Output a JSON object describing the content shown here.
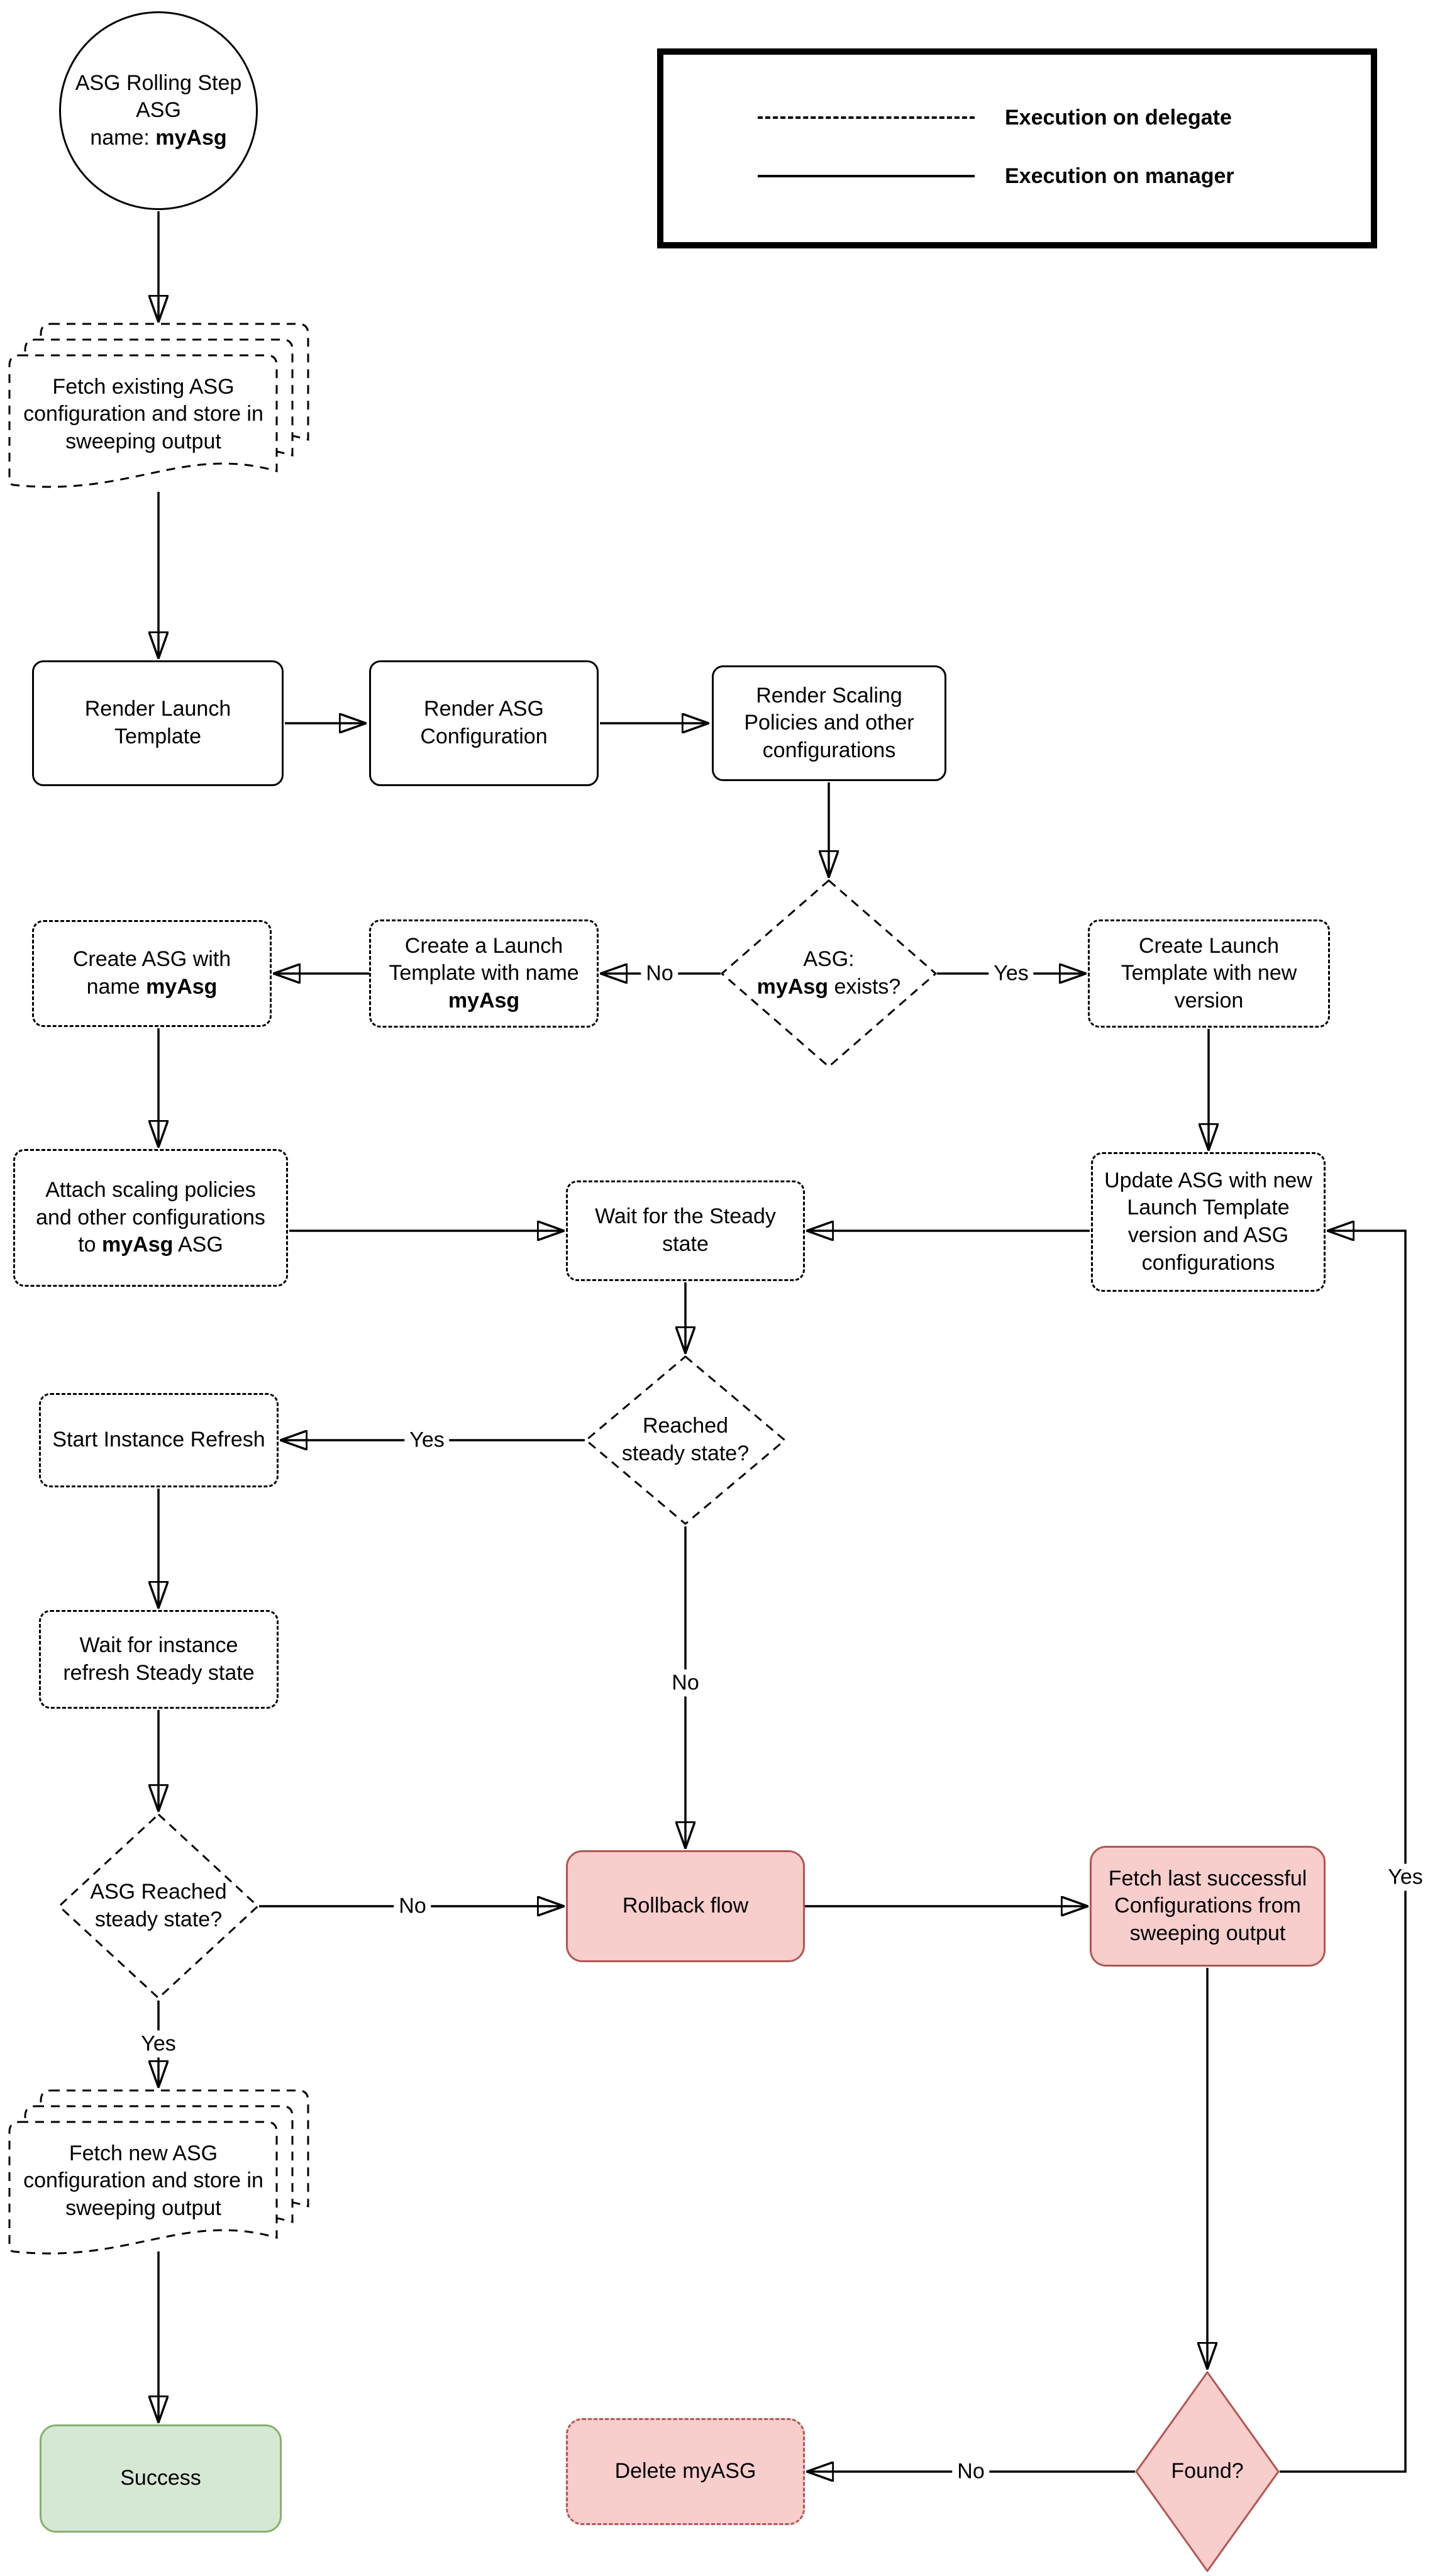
{
  "legend": {
    "delegate_label": "Execution on delegate",
    "manager_label": "Execution on manager"
  },
  "colors": {
    "line": "#000000",
    "danger_fill": "#f8cecc",
    "danger_border": "#b85450",
    "success_fill": "#d5e8d4",
    "success_border": "#82b366"
  },
  "nodes": {
    "start": {
      "line1": "ASG Rolling Step",
      "line2": "ASG",
      "line3_prefix": "name: ",
      "line3_bold": "myAsg"
    },
    "fetch_existing": {
      "text": "Fetch existing ASG configuration and store in sweeping output"
    },
    "render_launch_template": {
      "text": "Render Launch Template"
    },
    "render_asg_configuration": {
      "text": "Render ASG Configuration"
    },
    "render_scaling_policies": {
      "text": "Render Scaling Policies and other configurations"
    },
    "asg_exists": {
      "line1": "ASG:",
      "bold": "myAsg",
      "suffix": " exists?"
    },
    "create_launch_template_myasg": {
      "prefix": "Create a Launch Template with name ",
      "bold": "myAsg"
    },
    "create_asg": {
      "prefix": "Create ASG with name ",
      "bold": "myAsg"
    },
    "create_launch_template_new": {
      "text": "Create Launch Template with new version"
    },
    "attach_scaling": {
      "prefix": "Attach scaling policies and other configurations to ",
      "bold": "myAsg",
      "suffix": " ASG"
    },
    "wait_steady": {
      "text": "Wait for the Steady state"
    },
    "update_asg": {
      "text": "Update ASG with new Launch Template version and ASG configurations"
    },
    "reached_steady": {
      "line1": "Reached",
      "line2": "steady state?"
    },
    "start_instance_refresh": {
      "text": "Start Instance Refresh"
    },
    "wait_instance_refresh": {
      "text": "Wait for instance refresh Steady state"
    },
    "asg_reached_steady": {
      "line1": "ASG Reached",
      "line2": "steady state?"
    },
    "rollback_flow": {
      "text": "Rollback flow"
    },
    "fetch_last_successful": {
      "text": "Fetch last successful Configurations from sweeping output"
    },
    "fetch_new": {
      "text": "Fetch new ASG configuration and store in sweeping output"
    },
    "success": {
      "text": "Success"
    },
    "delete_myasg": {
      "text": "Delete myASG"
    },
    "found": {
      "text": "Found?"
    }
  },
  "edge_labels": {
    "asg_exists_no": "No",
    "asg_exists_yes": "Yes",
    "reached_steady_yes": "Yes",
    "reached_steady_no": "No",
    "asg_reached_no": "No",
    "asg_reached_yes": "Yes",
    "found_no": "No",
    "found_yes": "Yes"
  }
}
